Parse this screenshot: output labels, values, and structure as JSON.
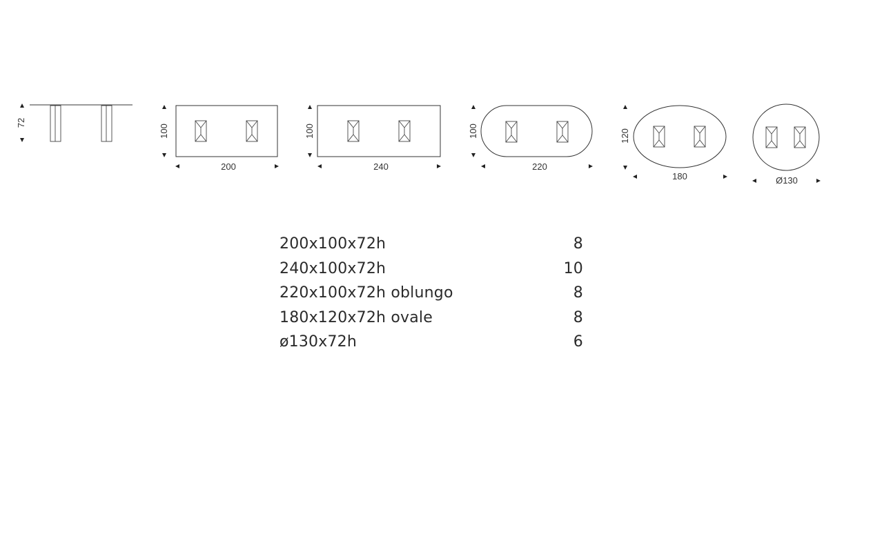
{
  "drawings": {
    "side_view": {
      "height": "72"
    },
    "rect_200": {
      "depth": "100",
      "length": "200"
    },
    "rect_240": {
      "depth": "100",
      "length": "240"
    },
    "oblong_220": {
      "depth": "100",
      "length": "220"
    },
    "oval_180": {
      "depth": "120",
      "length": "180"
    },
    "round_130": {
      "diameter": "Ø130"
    }
  },
  "sizes": [
    {
      "label": "200x100x72h",
      "seats": "8"
    },
    {
      "label": "240x100x72h",
      "seats": "10"
    },
    {
      "label": "220x100x72h oblungo",
      "seats": "8"
    },
    {
      "label": "180x120x72h ovale",
      "seats": "8"
    },
    {
      "label": "ø130x72h",
      "seats": "6"
    }
  ]
}
